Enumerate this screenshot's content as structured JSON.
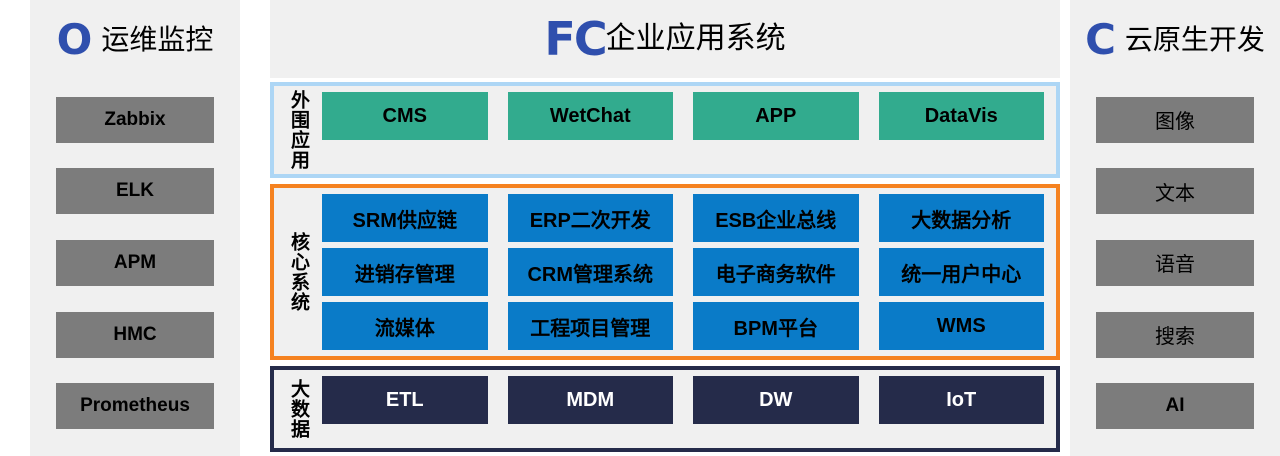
{
  "colors": {
    "page_background": "#ffffff",
    "panel_background": "#F0F0F0",
    "logo_blue": "#2F4FAD",
    "gray_block": "#7C7C7C",
    "outer_border": "#ADD6F5",
    "core_border": "#F58220",
    "bigdata_border": "#252B4A",
    "green_cell": "#32AB8E",
    "blue_cell": "#0A7BC8",
    "navy_cell": "#252B4A"
  },
  "left_panel": {
    "logo_letter": "O",
    "title": "运维监控",
    "items": [
      {
        "label": "Zabbix"
      },
      {
        "label": "ELK"
      },
      {
        "label": "APM"
      },
      {
        "label": "HMC"
      },
      {
        "label": "Prometheus"
      }
    ]
  },
  "right_panel": {
    "logo_letter": "C",
    "title": "云原生开发",
    "items": [
      {
        "label": "图像"
      },
      {
        "label": "文本"
      },
      {
        "label": "语音"
      },
      {
        "label": "搜索"
      },
      {
        "label": "AI"
      }
    ]
  },
  "center_panel": {
    "logo_text": "FC",
    "title": "企业应用系统",
    "sections": [
      {
        "id": "outer-apps",
        "label": "外围应用",
        "rows": [
          [
            "CMS",
            "WetChat",
            "APP",
            "DataVis"
          ]
        ]
      },
      {
        "id": "core-systems",
        "label": "核心系统",
        "rows": [
          [
            "SRM供应链",
            "ERP二次开发",
            "ESB企业总线",
            "大数据分析"
          ],
          [
            "进销存管理",
            "CRM管理系统",
            "电子商务软件",
            "统一用户中心"
          ],
          [
            "流媒体",
            "工程项目管理",
            "BPM平台",
            "WMS"
          ]
        ]
      },
      {
        "id": "big-data",
        "label": "大数据",
        "rows": [
          [
            "ETL",
            "MDM",
            "DW",
            "IoT"
          ]
        ]
      }
    ]
  }
}
